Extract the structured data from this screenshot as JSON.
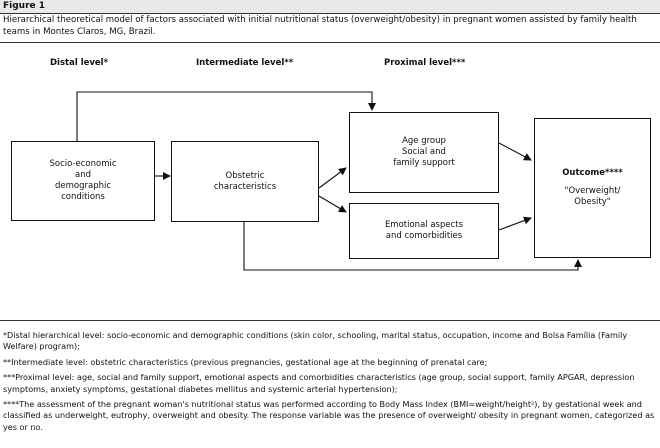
{
  "figure_label": "Figure 1",
  "caption": "Hierarchical theoretical model of factors associated with initial nutritional status (overweight/obesity) in pregnant women assisted by family health teams in Montes Claros, MG, Brazil.",
  "levels": {
    "distal": "Distal level*",
    "intermediate": "Intermediate level**",
    "proximal": "Proximal level***"
  },
  "boxes": {
    "socioeconomic": "Socio-economic\nand\ndemographic\nconditions",
    "obstetric": "Obstetric\ncharacteristics",
    "age_group": "Age group\nSocial and\nfamily support",
    "emotional": "Emotional aspects\nand comorbidities",
    "outcome_title": "Outcome****",
    "outcome_value": "\"Overweight/\nObesity\""
  },
  "footnotes": [
    "*Distal hierarchical level: socio-economic and demographic conditions (skin color, schooling, marital status, occupation, income and Bolsa Família (Family Welfare) program);",
    "**Intermediate level: obstetric characteristics (previous pregnancies, gestational age at the beginning of prenatal care;",
    "***Proximal level: age, social and family support, emotional aspects and comorbidities characteristics (age group, social support, family APGAR, depression symptoms, anxiety symptoms, gestational diabetes mellitus and systemic arterial hypertension);",
    "****The assessment of the pregnant woman's nutritional status was performed according to Body Mass Index (BMI=weight/height²), by gestational week and classified as underweight, eutrophy, overweight and obesity. The response variable was the presence of overweight/ obesity in pregnant women, categorized as yes or no."
  ]
}
